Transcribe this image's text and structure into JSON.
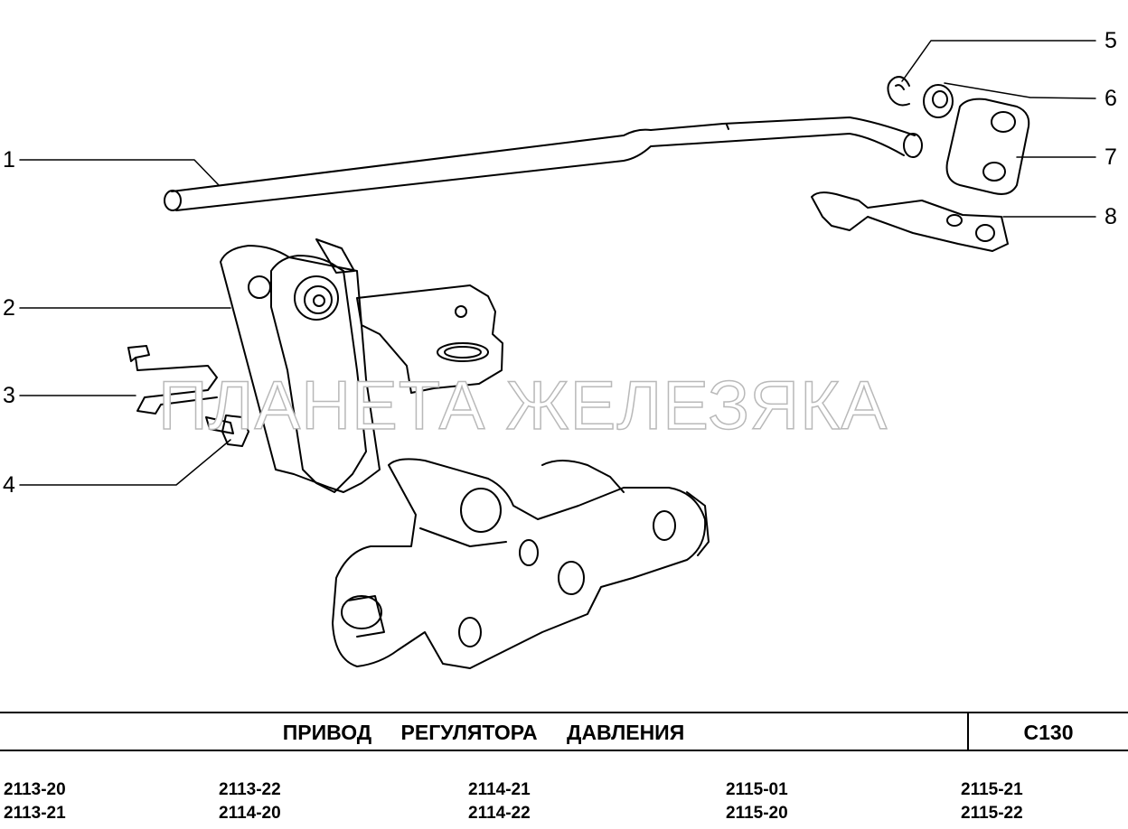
{
  "callouts": [
    {
      "number": "1"
    },
    {
      "number": "2"
    },
    {
      "number": "3"
    },
    {
      "number": "4"
    },
    {
      "number": "5"
    },
    {
      "number": "6"
    },
    {
      "number": "7"
    },
    {
      "number": "8"
    }
  ],
  "watermark": "ПЛАНЕТА ЖЕЛЕЗЯКА",
  "title": "ПРИВОД РЕГУЛЯТОРА ДАВЛЕНИЯ",
  "code": "С130",
  "models": [
    [
      "2113-20",
      "2113-21"
    ],
    [
      "2113-22",
      "2114-20"
    ],
    [
      "2114-21",
      "2114-22"
    ],
    [
      "2115-01",
      "2115-20"
    ],
    [
      "2115-21",
      "2115-22"
    ]
  ]
}
